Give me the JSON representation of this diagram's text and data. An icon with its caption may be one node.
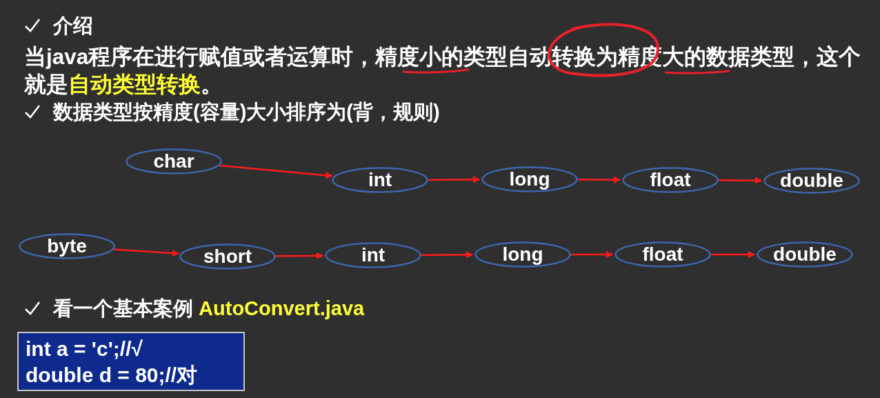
{
  "diagram": {
    "nodes": [
      {
        "text": [
          "char"
        ]
      },
      {
        "text": [
          "int"
        ]
      },
      {
        "text": [
          "long"
        ]
      },
      {
        "text": [
          "float"
        ]
      },
      {
        "text": [
          "double"
        ]
      },
      {
        "text": [
          "byte"
        ]
      },
      {
        "text": [
          "short"
        ]
      },
      {
        "text": [
          "int"
        ]
      },
      {
        "text": [
          "long"
        ]
      },
      {
        "text": [
          "float"
        ]
      },
      {
        "text": [
          "double"
        ]
      },
      {
        "text": [
          "int a = 'c';//√",
          "double d = 80;//对"
        ]
      }
    ],
    "edges": [
      {
        "from": 0,
        "to": 1,
        "arrow": "to"
      },
      {
        "from": 1,
        "to": 2,
        "arrow": "to"
      },
      {
        "from": 2,
        "to": 3,
        "arrow": "to"
      },
      {
        "from": 3,
        "to": 4,
        "arrow": "to"
      },
      {
        "from": 5,
        "to": 6,
        "arrow": "to"
      },
      {
        "from": 6,
        "to": 7,
        "arrow": "to"
      },
      {
        "from": 7,
        "to": 8,
        "arrow": "to"
      },
      {
        "from": 8,
        "to": 9,
        "arrow": "to"
      },
      {
        "from": 9,
        "to": 10,
        "arrow": "to"
      }
    ],
    "labels": [
      "介绍",
      "当java程序在进行赋值或者运算时，精度小的类型自动转换为精度大的数据类型，这个就是**自动类型转换**。",
      "数据类型按精度(容量)大小排序为(背，规则)",
      "看一个基本案例 **AutoConvert.java**"
    ]
  }
}
